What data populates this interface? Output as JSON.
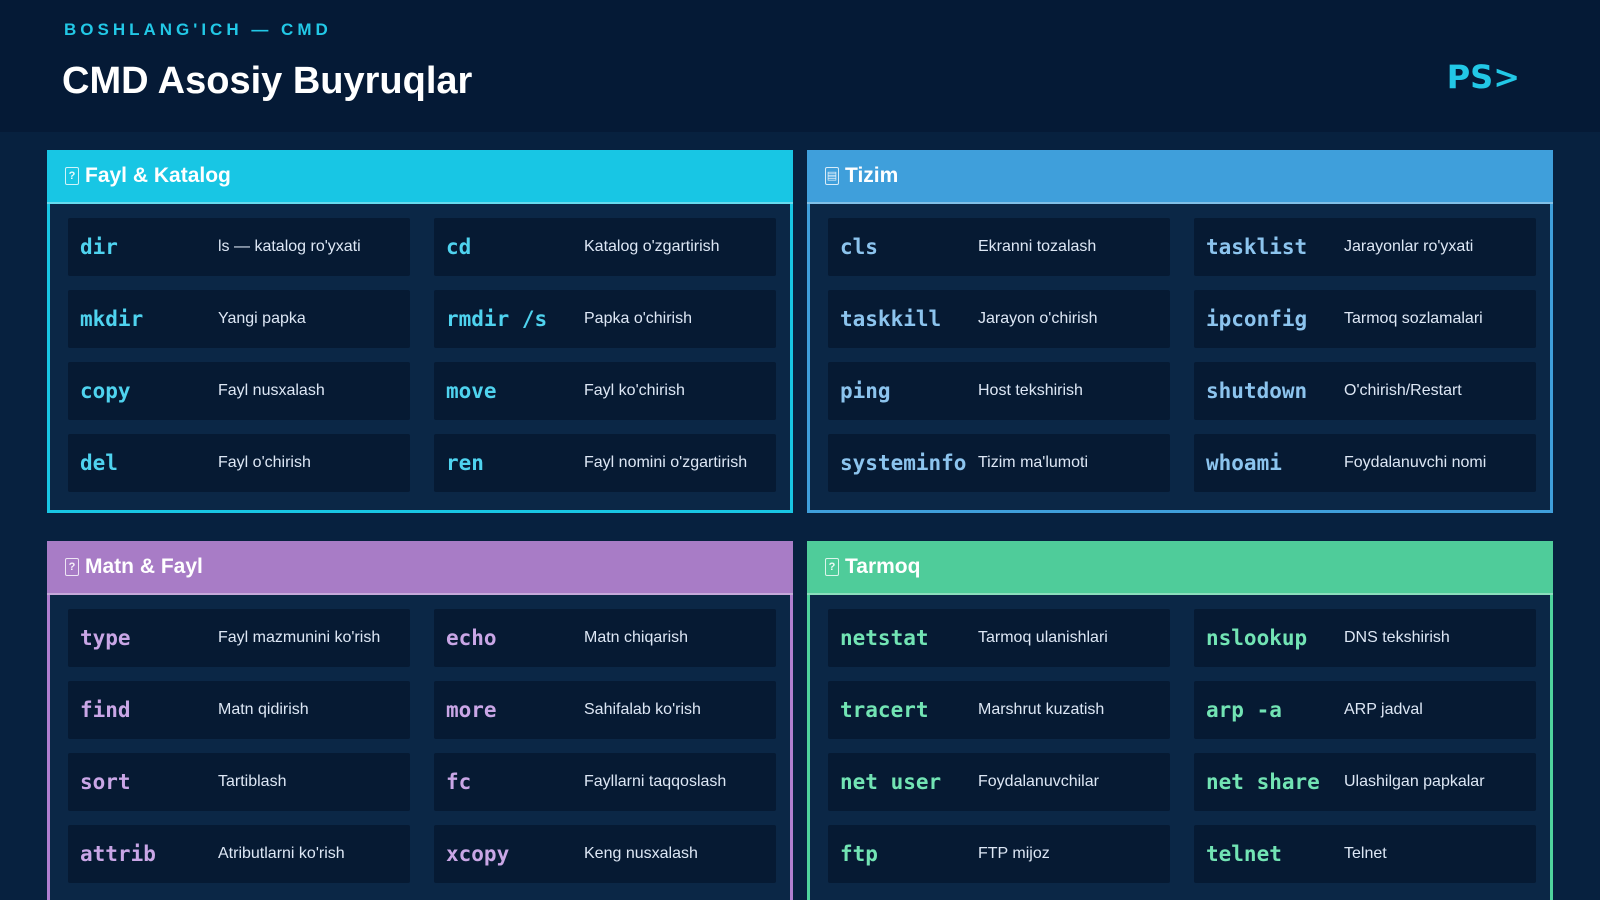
{
  "header": {
    "eyebrow": "BOSHLANG'ICH — CMD",
    "title": "CMD Asosiy Buyruqlar",
    "logo": "PS>"
  },
  "colors": {
    "background": "#07213f",
    "accent": "#22c8e6"
  },
  "panels": [
    {
      "id": "fayl-katalog",
      "title": "Fayl & Katalog",
      "icon": "folder-icon",
      "header_color": "#18c6e4",
      "border_color": "#18c6e4",
      "cmd_color": "#4fd3ef",
      "items": [
        {
          "cmd": "dir",
          "desc": "ls — katalog ro'yxati"
        },
        {
          "cmd": "cd",
          "desc": "Katalog o'zgartirish"
        },
        {
          "cmd": "mkdir",
          "desc": "Yangi papka"
        },
        {
          "cmd": "rmdir /s",
          "desc": "Papka o'chirish"
        },
        {
          "cmd": "copy",
          "desc": "Fayl nusxalash"
        },
        {
          "cmd": "move",
          "desc": "Fayl ko'chirish"
        },
        {
          "cmd": "del",
          "desc": "Fayl o'chirish"
        },
        {
          "cmd": "ren",
          "desc": "Fayl nomini o'zgartirish"
        }
      ]
    },
    {
      "id": "tizim",
      "title": "Tizim",
      "icon": "computer-icon",
      "header_color": "#3f9fdb",
      "border_color": "#3f9fdb",
      "cmd_color": "#8cc4ee",
      "items": [
        {
          "cmd": "cls",
          "desc": "Ekranni tozalash"
        },
        {
          "cmd": "tasklist",
          "desc": "Jarayonlar ro'yxati"
        },
        {
          "cmd": "taskkill",
          "desc": "Jarayon o'chirish"
        },
        {
          "cmd": "ipconfig",
          "desc": "Tarmoq sozlamalari"
        },
        {
          "cmd": "ping",
          "desc": "Host tekshirish"
        },
        {
          "cmd": "shutdown",
          "desc": "O'chirish/Restart"
        },
        {
          "cmd": "systeminfo",
          "desc": "Tizim ma'lumoti"
        },
        {
          "cmd": "whoami",
          "desc": "Foydalanuvchi nomi"
        }
      ]
    },
    {
      "id": "matn-fayl",
      "title": "Matn & Fayl",
      "icon": "document-icon",
      "header_color": "#a87cc6",
      "border_color": "#b07fd0",
      "cmd_color": "#c9a6e6",
      "items": [
        {
          "cmd": "type",
          "desc": "Fayl mazmunini ko'rish"
        },
        {
          "cmd": "echo",
          "desc": "Matn chiqarish"
        },
        {
          "cmd": "find",
          "desc": "Matn qidirish"
        },
        {
          "cmd": "more",
          "desc": "Sahifalab ko'rish"
        },
        {
          "cmd": "sort",
          "desc": "Tartiblash"
        },
        {
          "cmd": "fc",
          "desc": "Fayllarni taqqoslash"
        },
        {
          "cmd": "attrib",
          "desc": "Atributlarni ko'rish"
        },
        {
          "cmd": "xcopy",
          "desc": "Keng nusxalash"
        }
      ]
    },
    {
      "id": "tarmoq",
      "title": "Tarmoq",
      "icon": "globe-icon",
      "header_color": "#4fcc9a",
      "border_color": "#4fd39d",
      "cmd_color": "#72e4b4",
      "items": [
        {
          "cmd": "netstat",
          "desc": "Tarmoq ulanishlari"
        },
        {
          "cmd": "nslookup",
          "desc": "DNS tekshirish"
        },
        {
          "cmd": "tracert",
          "desc": "Marshrut kuzatish"
        },
        {
          "cmd": "arp -a",
          "desc": "ARP jadval"
        },
        {
          "cmd": "net user",
          "desc": "Foydalanuvchilar"
        },
        {
          "cmd": "net share",
          "desc": "Ulashilgan papkalar"
        },
        {
          "cmd": "ftp",
          "desc": "FTP mijoz"
        },
        {
          "cmd": "telnet",
          "desc": "Telnet"
        }
      ]
    }
  ]
}
